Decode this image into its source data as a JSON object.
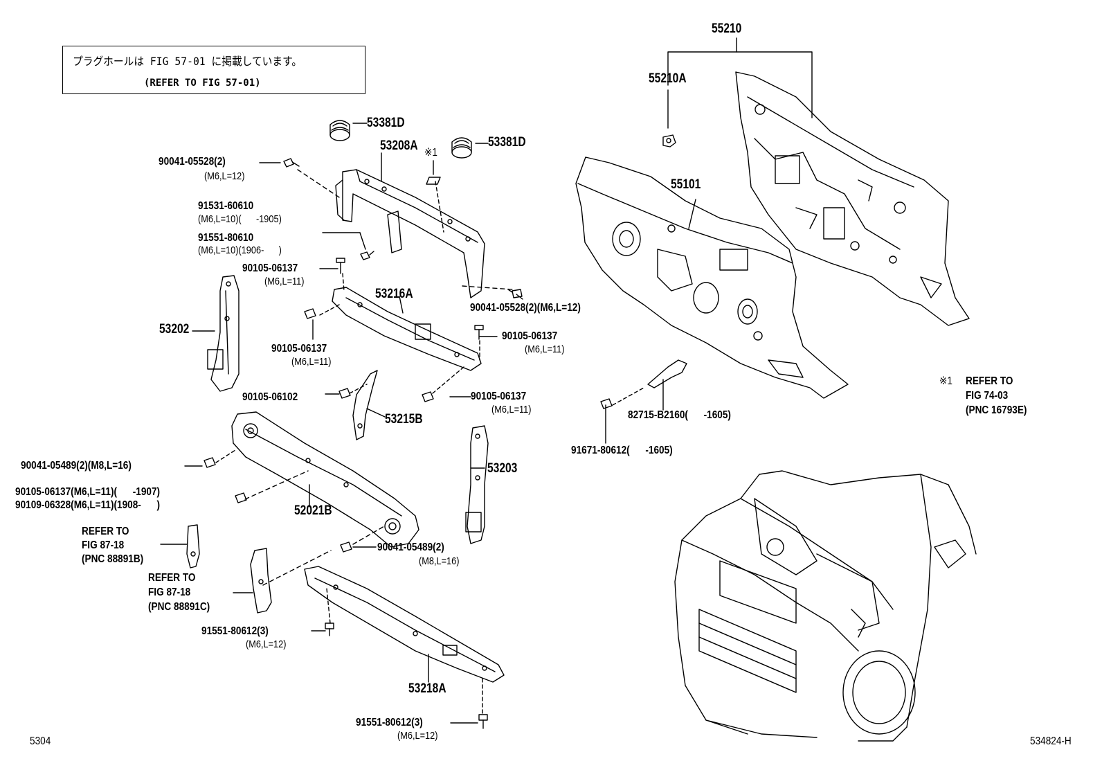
{
  "note": {
    "line1": "プラグホールは FIG 57-01 に掲載しています。",
    "line2": "(REFER TO FIG 57-01)"
  },
  "labels": {
    "p55210": "55210",
    "p55210A": "55210A",
    "p55101": "55101",
    "p53381D_1": "53381D",
    "p53381D_2": "53381D",
    "p53208A": "53208A",
    "mark1_small": "※1",
    "b90041_05528_a": "90041-05528(2)",
    "b90041_05528_a_sub": "(M6,L=12)",
    "b91531": "91531-60610",
    "b91531_sub": "(M6,L=10)(      -1905)",
    "b91551_80610": "91551-80610",
    "b91551_80610_sub": "(M6,L=10)(1906-      )",
    "b90105_a": "90105-06137",
    "b90105_a_sub": "(M6,L=11)",
    "b90041_05528_b": "90041-05528(2)(M6,L=12)",
    "p53202": "53202",
    "p53216A": "53216A",
    "b90105_b": "90105-06137",
    "b90105_b_sub": "(M6,L=11)",
    "b90105_c": "90105-06137",
    "b90105_c_sub": "(M6,L=11)",
    "b90105_06102": "90105-06102",
    "b90105_d": "90105-06137",
    "b90105_d_sub": "(M6,L=11)",
    "p53215B": "53215B",
    "b90041_05489_a": "90041-05489(2)(M8,L=16)",
    "b90105_e": "90105-06137(M6,L=11)(      -1907)",
    "b90109": "90109-06328(M6,L=11)(1908-      )",
    "p52021B": "52021B",
    "p53203": "53203",
    "ref1_l1": "REFER TO",
    "ref1_l2": "FIG 87-18",
    "ref1_l3": "(PNC 88891B)",
    "ref2_l1": "REFER TO",
    "ref2_l2": "FIG 87-18",
    "ref2_l3": "(PNC 88891C)",
    "b90041_05489_b": "90041-05489(2)",
    "b90041_05489_b_sub": "(M8,L=16)",
    "b91551_80612_a": "91551-80612(3)",
    "b91551_80612_a_sub": "(M6,L=12)",
    "p53218A": "53218A",
    "b91551_80612_b": "91551-80612(3)",
    "b91551_80612_b_sub": "(M6,L=12)",
    "p82715": "82715-B2160(      -1605)",
    "b91671": "91671-80612(      -1605)",
    "ref3_mark": "※1",
    "ref3_l1": "REFER TO",
    "ref3_l2": "FIG 74-03",
    "ref3_l3": "(PNC 16793E)",
    "footer_left": "5304",
    "footer_right": "534824-H"
  }
}
